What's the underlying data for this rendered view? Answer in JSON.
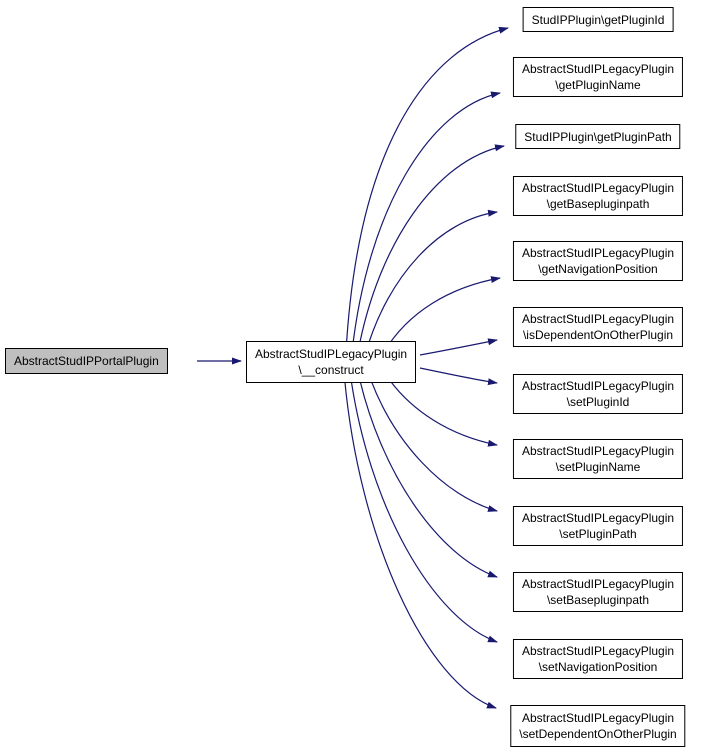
{
  "diagram": {
    "type": "call-graph",
    "colors": {
      "edge": "#191970",
      "node_border": "#000000",
      "node_fill": "#ffffff",
      "focus_fill": "#bfbfbf",
      "background": "#ffffff"
    },
    "focus_node": {
      "lines": [
        "AbstractStudIPPortalPlugin"
      ]
    },
    "center_node": {
      "lines": [
        "AbstractStudIPLegacyPlugin",
        "\\__construct"
      ]
    },
    "callees": [
      {
        "lines": [
          "StudIPPlugin\\getPluginId"
        ]
      },
      {
        "lines": [
          "AbstractStudIPLegacyPlugin",
          "\\getPluginName"
        ]
      },
      {
        "lines": [
          "StudIPPlugin\\getPluginPath"
        ]
      },
      {
        "lines": [
          "AbstractStudIPLegacyPlugin",
          "\\getBasepluginpath"
        ]
      },
      {
        "lines": [
          "AbstractStudIPLegacyPlugin",
          "\\getNavigationPosition"
        ]
      },
      {
        "lines": [
          "AbstractStudIPLegacyPlugin",
          "\\isDependentOnOtherPlugin"
        ]
      },
      {
        "lines": [
          "AbstractStudIPLegacyPlugin",
          "\\setPluginId"
        ]
      },
      {
        "lines": [
          "AbstractStudIPLegacyPlugin",
          "\\setPluginName"
        ]
      },
      {
        "lines": [
          "AbstractStudIPLegacyPlugin",
          "\\setPluginPath"
        ]
      },
      {
        "lines": [
          "AbstractStudIPLegacyPlugin",
          "\\setBasepluginpath"
        ]
      },
      {
        "lines": [
          "AbstractStudIPLegacyPlugin",
          "\\setNavigationPosition"
        ]
      },
      {
        "lines": [
          "AbstractStudIPLegacyPlugin",
          "\\setDependentOnOtherPlugin"
        ]
      }
    ]
  }
}
